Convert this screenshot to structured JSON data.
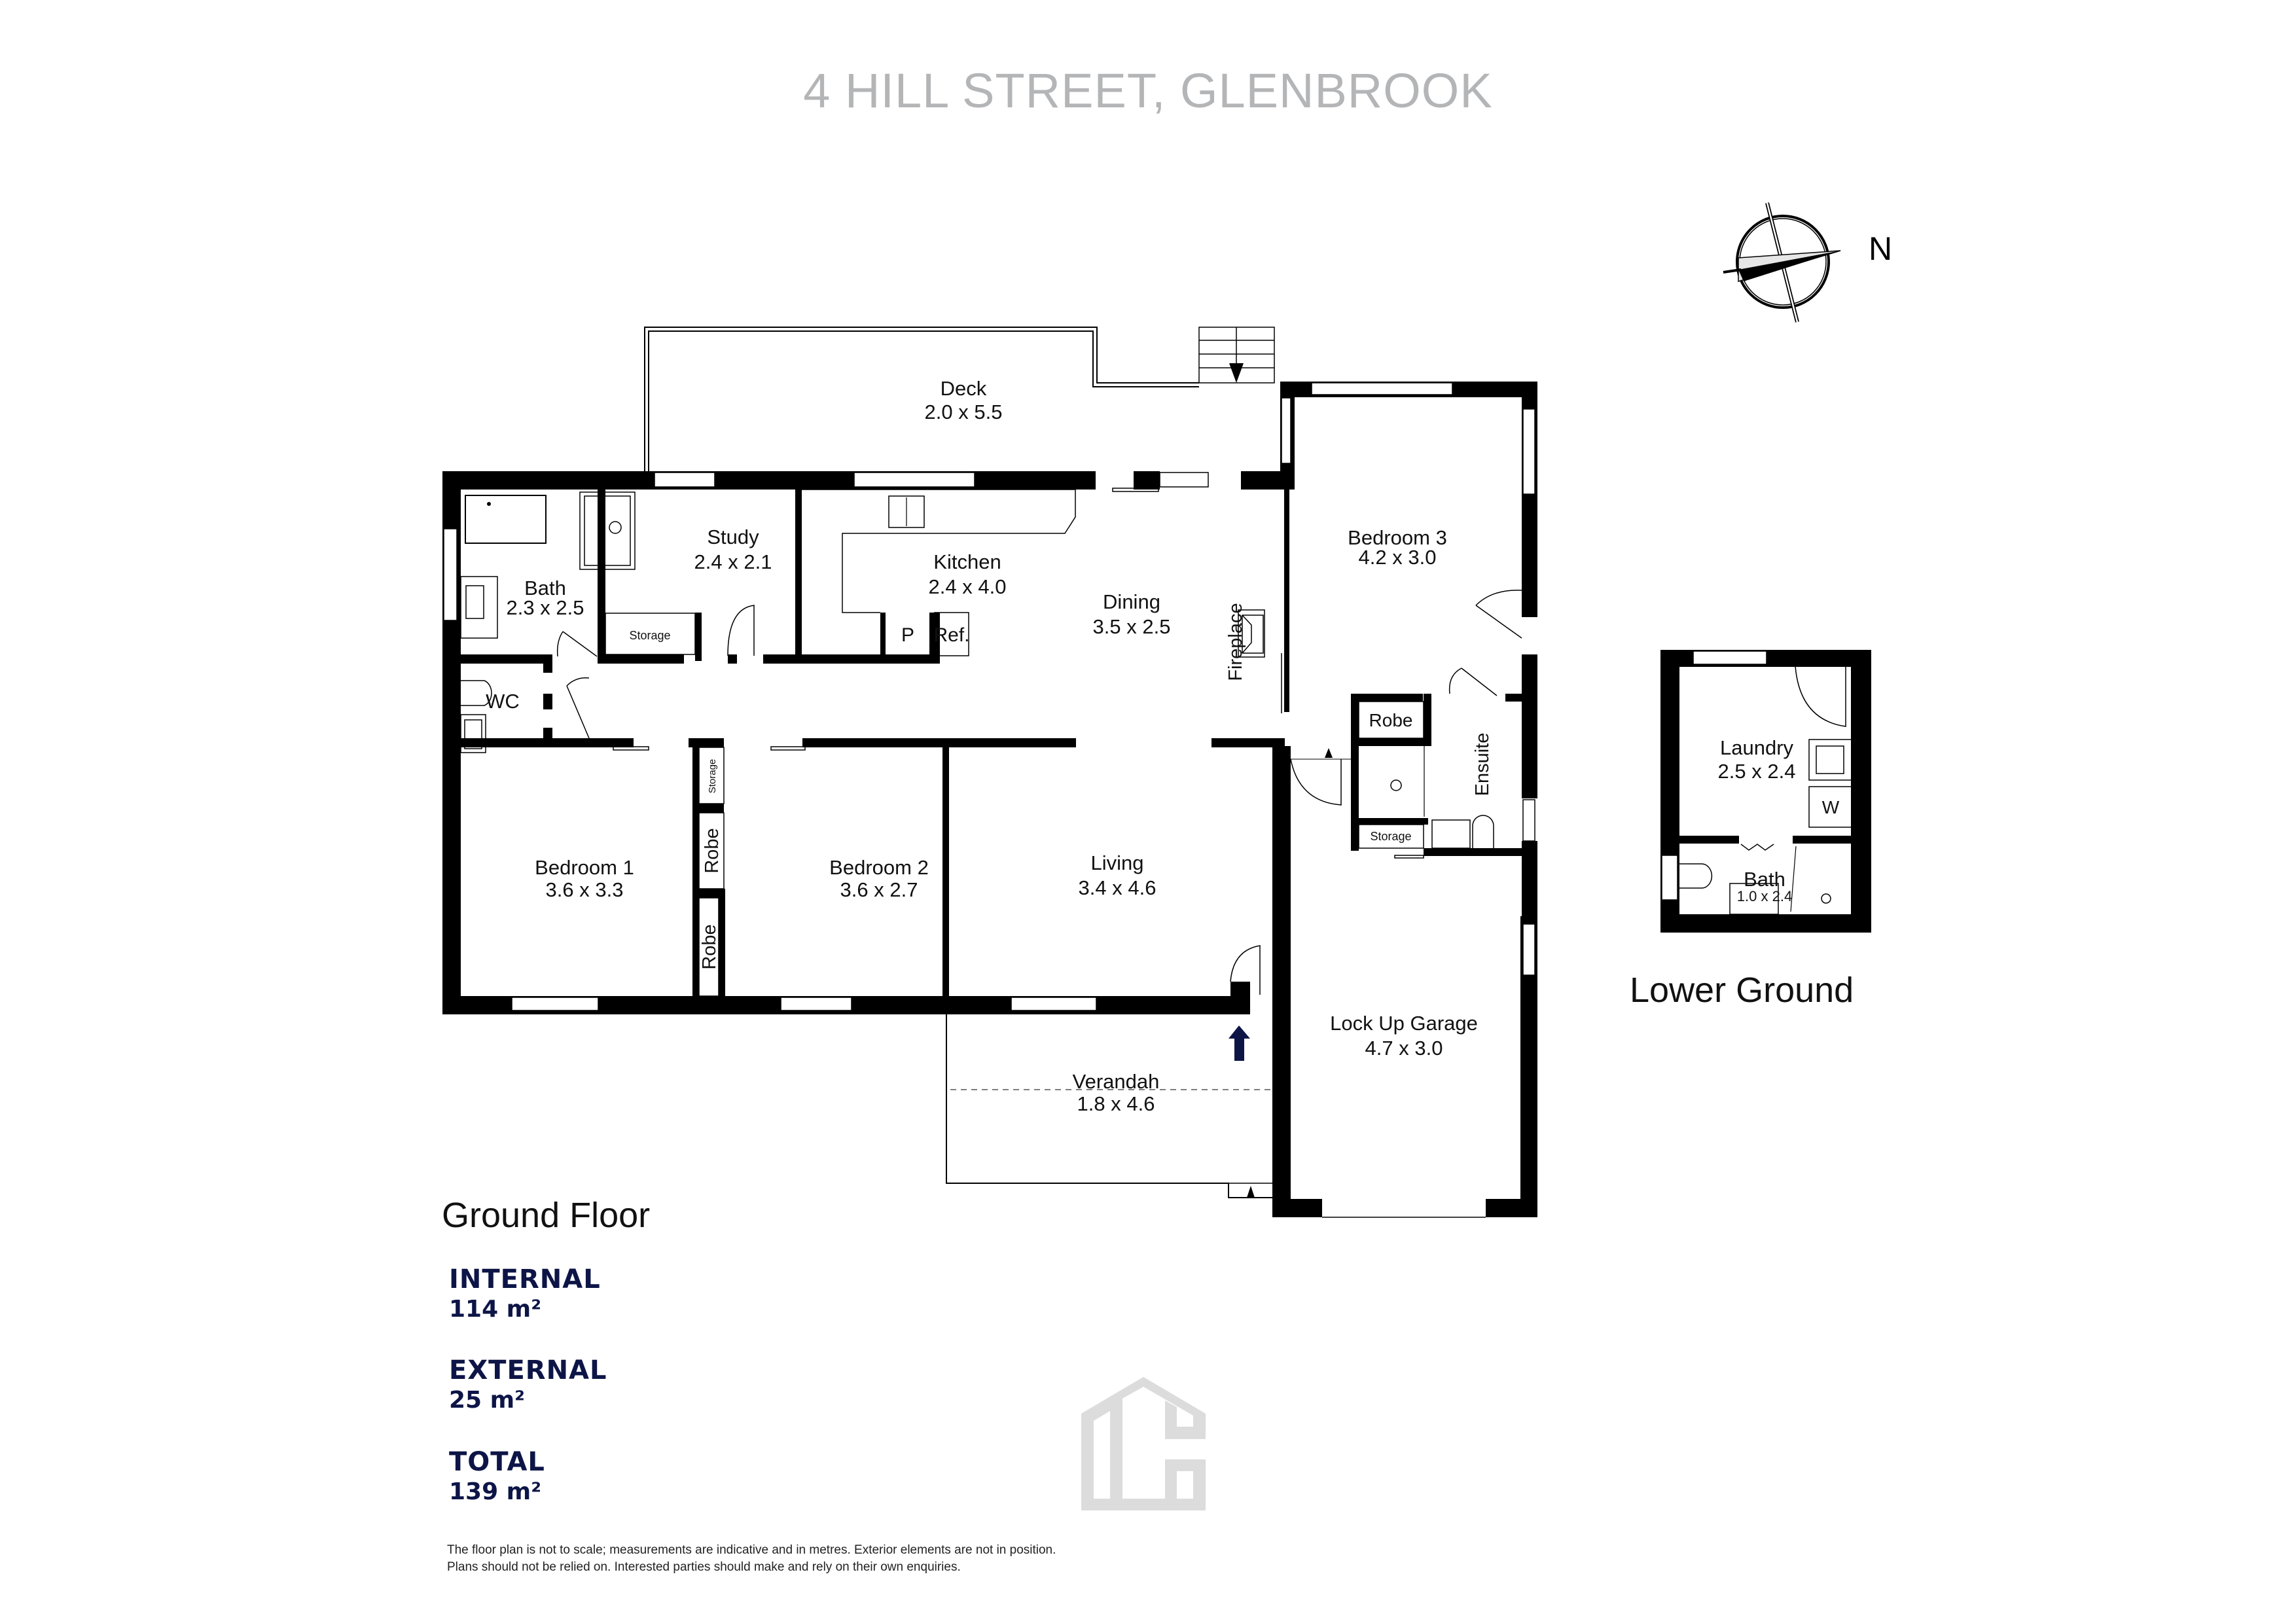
{
  "header": {
    "title": "4 HILL STREET, GLENBROOK"
  },
  "compass": {
    "label": "N",
    "icon": "north-arrow-compass-icon"
  },
  "ground_floor": {
    "name": "Ground Floor",
    "rooms": [
      {
        "name": "Deck",
        "dims": "2.0 x 5.5"
      },
      {
        "name": "Bath",
        "dims": "2.3 x 2.5"
      },
      {
        "name": "Study",
        "dims": "2.4 x 2.1"
      },
      {
        "name": "Kitchen",
        "dims": "2.4 x 4.0"
      },
      {
        "name": "Dining",
        "dims": "3.5 x 2.5"
      },
      {
        "name": "Bedroom 3",
        "dims": "4.2 x 3.0"
      },
      {
        "name": "WC",
        "dims": ""
      },
      {
        "name": "Bedroom 1",
        "dims": "3.6 x 3.3"
      },
      {
        "name": "Bedroom 2",
        "dims": "3.6 x 2.7"
      },
      {
        "name": "Living",
        "dims": "3.4 x 4.6"
      },
      {
        "name": "Lock Up Garage",
        "dims": "4.7 x 3.0"
      },
      {
        "name": "Verandah",
        "dims": "1.8 x 4.6"
      }
    ],
    "small_labels": {
      "storage_study": "Storage",
      "pantry": "P",
      "fridge": "Ref.",
      "fireplace": "Fireplace",
      "robe_bed3": "Robe",
      "ensuite": "Ensuite",
      "storage_ensuite": "Storage",
      "storage_bed": "Storage",
      "robe_bed2": "Robe",
      "robe_bed1": "Robe"
    }
  },
  "lower_ground": {
    "name": "Lower Ground",
    "rooms": [
      {
        "name": "Laundry",
        "dims": "2.5 x 2.4"
      },
      {
        "name": "Bath",
        "dims": "1.0 x 2.4"
      }
    ],
    "small_labels": {
      "washer": "W"
    }
  },
  "areas": [
    {
      "label": "INTERNAL",
      "value": "114 m²"
    },
    {
      "label": "EXTERNAL",
      "value": "25 m²"
    },
    {
      "label": "TOTAL",
      "value": "139 m²"
    }
  ],
  "disclaimer": {
    "line1": "The floor plan is not to scale; measurements are indicative and in metres. Exterior elements are not in position.",
    "line2": "Plans should not be relied on. Interested parties should make and rely on their own enquiries."
  },
  "colors": {
    "title_gray": "#b4b5b7",
    "wall": "#000000",
    "area_navy": "#0d1547",
    "entry_arrow": "#0d1547",
    "logo_gray": "#dcdcdd"
  }
}
